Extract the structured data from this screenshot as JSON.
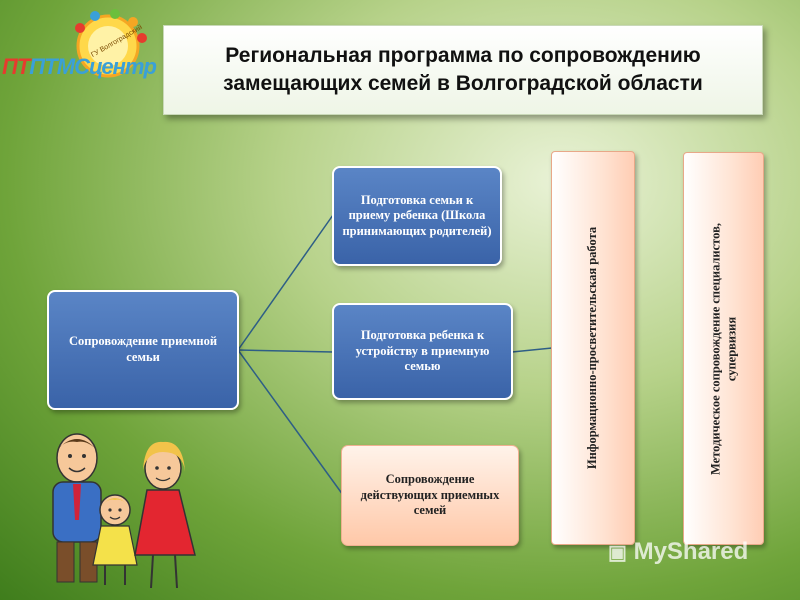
{
  "title": "Региональная программа по сопровождению замещающих семей в Волгоградской области",
  "logo": {
    "text": "ПТМСцентр",
    "ring_text": "ГУ Волгоградский",
    "colors": [
      "#e63b2e",
      "#f5a623",
      "#3aa0d8",
      "#6cbf3c"
    ]
  },
  "diagram": {
    "root": "Сопровождение приемной семьи",
    "branches": [
      "Подготовка семьи к приему ребенка (Школа принимающих родителей)",
      "Подготовка ребенка к устройству в приемную семью",
      "Сопровождение действующих приемных семей"
    ],
    "vertical_1": "Информационно-просветительская работа",
    "vertical_2_line1": "Методическое сопровождение специалистов,",
    "vertical_2_line2": "супервизия"
  },
  "watermark": "MyShared",
  "colors": {
    "blue": "#4672b8",
    "peach": "#ffd4bb",
    "line": "#2e5e86"
  }
}
